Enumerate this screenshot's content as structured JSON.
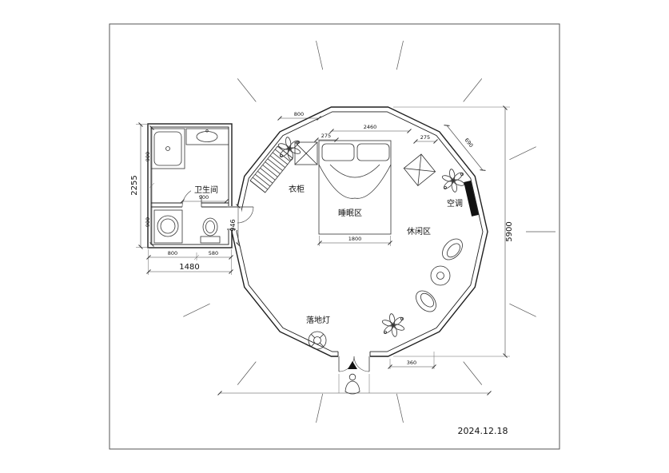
{
  "labels": {
    "bathroom": "卫生间",
    "wardrobe": "衣柜",
    "sleeping_area": "睡眠区",
    "air_conditioner": "空调",
    "leisure_area": "休闲区",
    "floor_lamp": "落地灯",
    "date": "2024.12.18"
  },
  "dimensions": {
    "bath_total_height": "2255",
    "bath_upper_height": "900",
    "bath_lower_height": "900",
    "bath_inner_width": "900",
    "bath_width_left": "800",
    "bath_width_right": "580",
    "bath_total_width": "1480",
    "bath_side_height": "946",
    "overall_diameter": "5900",
    "bed_width": "1800",
    "entry_offset": "360",
    "top_left_width": "800",
    "top_left_gap": "275",
    "top_center_width": "2460",
    "top_right_gap": "275",
    "top_right_edge": "690"
  },
  "colors": {
    "line": "#333333",
    "ac_fill": "#111111",
    "paper": "#ffffff"
  }
}
